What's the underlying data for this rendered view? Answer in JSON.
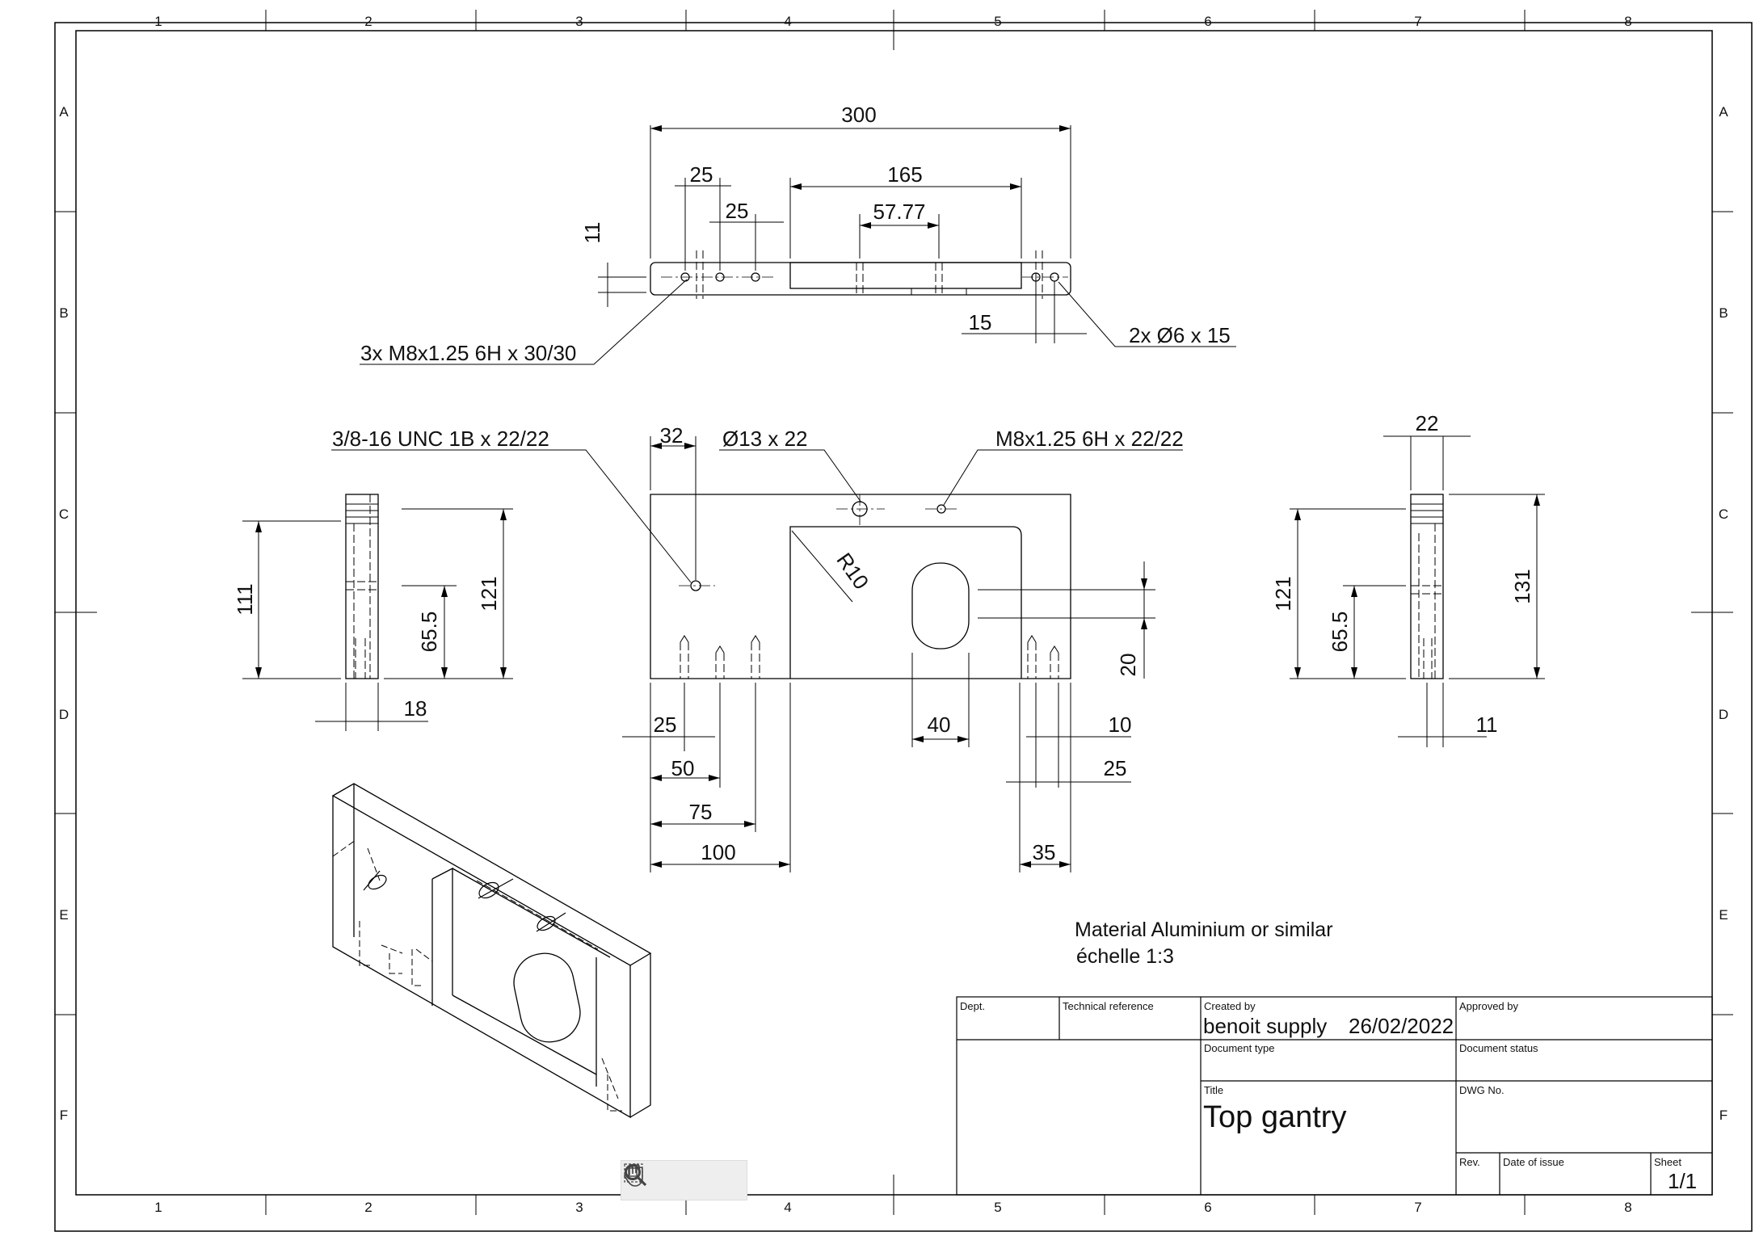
{
  "zones": {
    "columns": [
      "1",
      "2",
      "3",
      "4",
      "5",
      "6",
      "7",
      "8"
    ],
    "rows": [
      "A",
      "B",
      "C",
      "D",
      "E",
      "F"
    ]
  },
  "dimensions": {
    "d300": "300",
    "d25a": "25",
    "d25b": "25",
    "d165": "165",
    "d57": "57.77",
    "d11": "11",
    "d15": "15",
    "d32": "32",
    "dR10": "R10",
    "d20": "20",
    "d25c": "25",
    "d50": "50",
    "d75": "75",
    "d100": "100",
    "d40": "40",
    "d10": "10",
    "d25d": "25",
    "d35": "35",
    "d111": "111",
    "d65a": "65.5",
    "d121a": "121",
    "d18": "18",
    "d22": "22",
    "d121b": "121",
    "d65b": "65.5",
    "d131": "131",
    "d11b": "11"
  },
  "callouts": {
    "thread_top": "3x  M8x1.25 6H x 30/30",
    "holes_top": "2x  Ø6 x 15",
    "unc": "3/8-16 UNC 1B x 22/22",
    "bore": "Ø13 x 22",
    "thread_front": "M8x1.25 6H x 22/22"
  },
  "notes": {
    "material": "Material Aluminium or similar",
    "scale": "échelle 1:3"
  },
  "title_block": {
    "dept_label": "Dept.",
    "techref_label": "Technical reference",
    "created_label": "Created by",
    "created_value": "benoit supply",
    "created_date": "26/02/2022",
    "approved_label": "Approved by",
    "doctype_label": "Document type",
    "docstatus_label": "Document status",
    "title_label": "Title",
    "title_value": "Top gantry",
    "dwg_label": "DWG No.",
    "rev_label": "Rev.",
    "date_label": "Date of issue",
    "sheet_label": "Sheet",
    "sheet_value": "1/1"
  },
  "toolbar": {
    "tools": [
      "pan-icon",
      "zoom-window-icon",
      "zoom-fit-icon"
    ]
  }
}
